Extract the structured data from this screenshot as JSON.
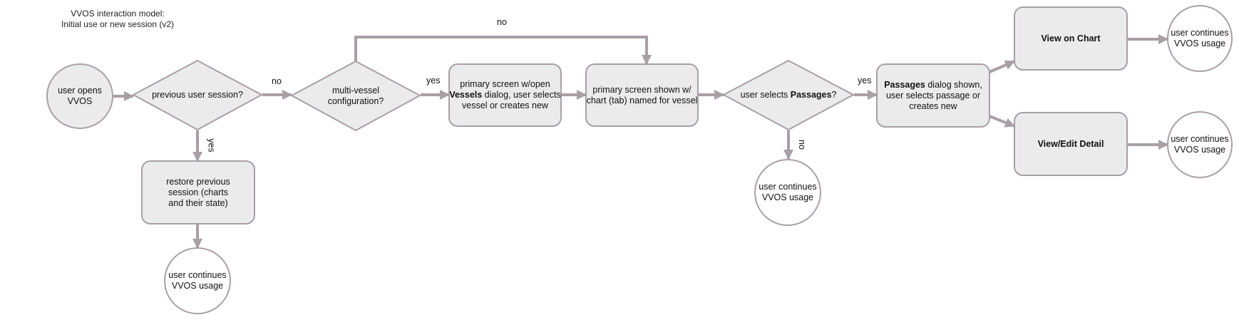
{
  "title": {
    "line1": "VVOS interaction model:",
    "line2": "Initial use or new session (v2)"
  },
  "colors": {
    "stroke": "#a99fa7",
    "fill": "#ebebeb",
    "text": "#111111"
  },
  "nodes": {
    "start": {
      "lines": [
        "user opens",
        "VVOS"
      ]
    },
    "previous_session": {
      "lines": [
        "previous user session?"
      ]
    },
    "multi_vessel": {
      "lines": [
        "multi-vessel",
        "configuration?"
      ]
    },
    "restore": {
      "lines": [
        "restore previous",
        "session (charts",
        "and their state)"
      ]
    },
    "restore_end": {
      "lines": [
        "user continues",
        "VVOS usage"
      ]
    },
    "vessels_dialog": {
      "line1": "primary screen w/open",
      "line2_bold": "Vessels",
      "line2_rest": " dialog, user selects",
      "line3": "vessel or creates new"
    },
    "primary_screen": {
      "lines": [
        "primary screen shown w/",
        "chart (tab) named for vessel"
      ]
    },
    "selects_passages": {
      "prefix": "user selects ",
      "bold": "Passages",
      "suffix": "?"
    },
    "passages_end": {
      "lines": [
        "user continues",
        "VVOS usage"
      ]
    },
    "passages_dialog": {
      "line1_bold": "Passages",
      "line1_rest": " dialog shown,",
      "line2": "user selects passage or",
      "line3": "creates new"
    },
    "view_on_chart": {
      "label": "View on Chart"
    },
    "view_edit_detail": {
      "label": "View/Edit Detail"
    },
    "chart_end": {
      "lines": [
        "user continues",
        "VVOS usage"
      ]
    },
    "detail_end": {
      "lines": [
        "user continues",
        "VVOS usage"
      ]
    }
  },
  "edge_labels": {
    "prev_no": "no",
    "prev_yes": "yes",
    "multi_yes": "yes",
    "multi_no": "no",
    "passages_yes": "yes",
    "passages_no": "no"
  }
}
